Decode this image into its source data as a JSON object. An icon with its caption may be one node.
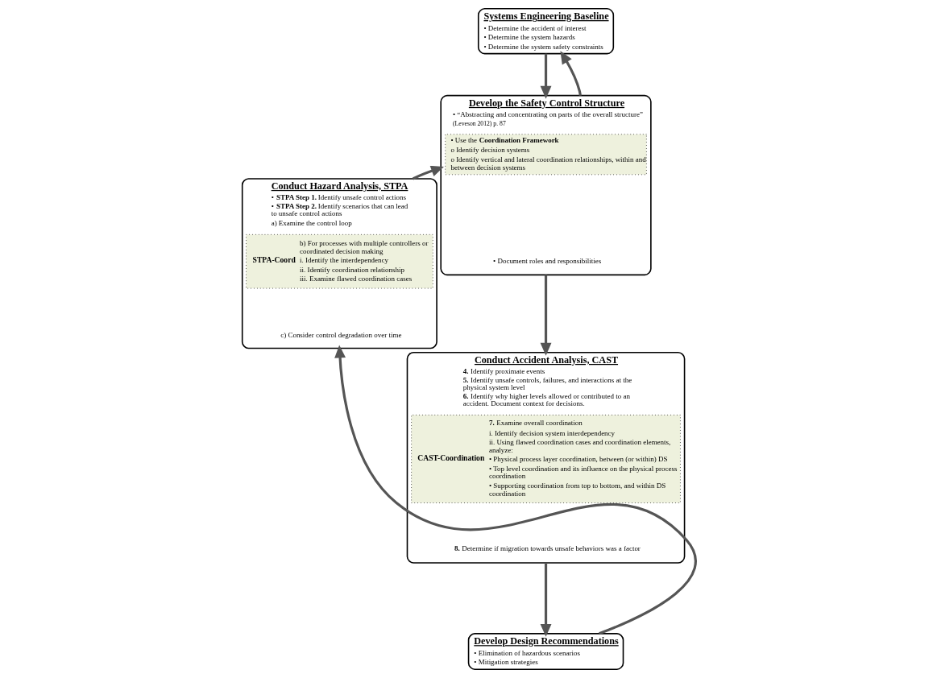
{
  "diagram": {
    "nodes": [
      {
        "text": [
          "Systems Engineering Baseline",
          "• Determine the accident of interest",
          "• Determine the system hazards",
          "• Determine the system safety constraints"
        ]
      },
      {
        "text": [
          "Develop the Safety Control Structure",
          "• “Abstracting and concentrating on parts of the overall structure”",
          "(Leveson 2012) p. 87",
          "• Document roles and responsibilities"
        ]
      },
      {
        "text": [
          "• Use the **Coordination Framework**",
          "o Identify decision systems",
          "o Identify vertical and lateral coordination relationships, within and between decision systems"
        ],
        "in": 1
      },
      {
        "text": [
          "Conduct Hazard Analysis, STPA",
          "• **STPA Step 1.** Identify unsafe control actions",
          "• **STPA Step 2.** Identify scenarios that can lead to unsafe control actions",
          "a) Examine the control loop",
          "c) Consider control degradation over time"
        ]
      },
      {
        "text": [
          "STPA-Coord",
          "b) For processes with multiple controllers or coordinated decision making",
          "i. Identify the interdependency",
          "ii. Identify coordination relationship",
          "iii. Examine flawed coordination cases"
        ],
        "in": 3
      },
      {
        "text": [
          "Conduct Accident Analysis, CAST",
          "**4.** Identify proximate events",
          "**5.** Identify unsafe controls, failures, and interactions at the physical system level",
          "**6.** Identify why higher levels allowed or contributed to an accident. Document context for decisions.",
          "**8.** Determine if migration towards unsafe behaviors was a factor"
        ]
      },
      {
        "text": [
          "CAST-Coordination",
          "**7.** Examine overall coordination",
          "i. Identify decision system interdependency",
          "ii. Using flawed coordination cases and coordination elements, analyze:",
          "• Physical process layer coordination, between (or within) DS",
          "• Top level coordination and its influence on the physical process coordination",
          "• Supporting coordination from top to bottom, and within DS coordination"
        ],
        "in": 5
      },
      {
        "text": [
          "Develop Design Recommendations",
          "• Elimination of hazardous scenarios",
          "• Mitigation strategies"
        ]
      }
    ],
    "edges": [
      {
        "from": 0,
        "to": 1,
        "arrow": "to"
      },
      {
        "from": 1,
        "to": 0,
        "arrow": "to"
      },
      {
        "from": 1,
        "to": 5,
        "arrow": "to"
      },
      {
        "from": 3,
        "to": 1,
        "arrow": "to"
      },
      {
        "from": 5,
        "to": 7,
        "arrow": "to"
      },
      {
        "from": 7,
        "to": 3,
        "arrow": "to"
      }
    ]
  }
}
